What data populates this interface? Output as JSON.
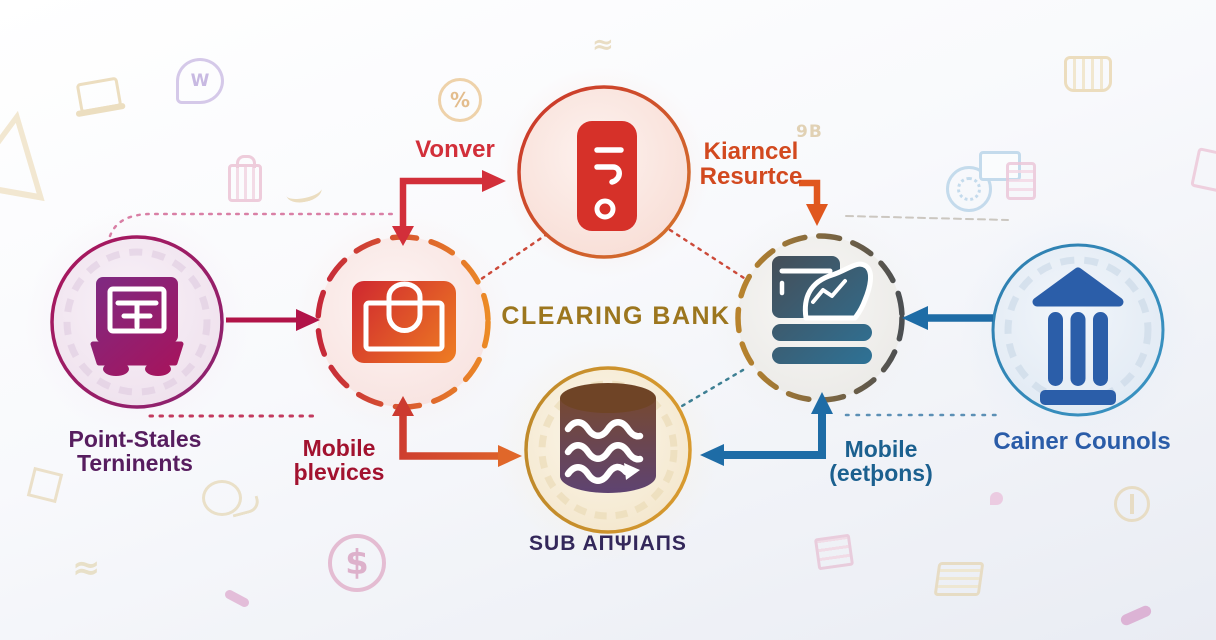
{
  "title": "CLEARING BANK",
  "nodes": {
    "pos_terminal": {
      "label_lines": [
        "Point-Stales",
        "Terninents"
      ],
      "icon": "pos-terminal-icon",
      "label_color": "#571d5f"
    },
    "mobile_devices": {
      "label_lines": [
        "Mobile",
        "þlevices"
      ],
      "icon": "card-wallet-icon",
      "label_color": "#a2122f"
    },
    "mobile_phone": {
      "icon": "mobile-phone-icon"
    },
    "document_printer": {
      "icon": "printer-scanner-icon"
    },
    "sub_database": {
      "label_lines": [
        "SUB AΠΨIAΠS"
      ],
      "icon": "database-icon",
      "label_color": "#33275a"
    },
    "clearing_bank_building": {
      "label_lines": [
        "Cainer Counols"
      ],
      "icon": "bank-building-icon",
      "label_color": "#2a5ca8"
    }
  },
  "edge_labels": {
    "vonver": "Vonver",
    "kiarncel_lines": [
      "Kiarncel",
      "Resurtce"
    ],
    "mobile_eetbons_lines": [
      "Mobile",
      "(eetþons)"
    ]
  },
  "colors": {
    "crimson_arrow": "#b11348",
    "red_arrow": "#d22f3a",
    "orange_arrow": "#e0571e",
    "blue_arrow": "#1e6ca6",
    "title_gold": "#9c761e",
    "kiarncel_orange": "#d2491f",
    "eetbons_blue": "#1b608f",
    "dotted_pink": "#d97fa5",
    "dotted_crimson": "#c23a5e",
    "dotted_red": "#cc4a3a",
    "dotted_teal": "#3d7f93",
    "dotted_blue": "#5b8fb5",
    "dashed_gray": "#c0bab2"
  },
  "decor_glyphs": {
    "triangle": "△",
    "w": "W",
    "percent": "%",
    "wave": "≈",
    "grid": "9B",
    "dollar": "$"
  }
}
